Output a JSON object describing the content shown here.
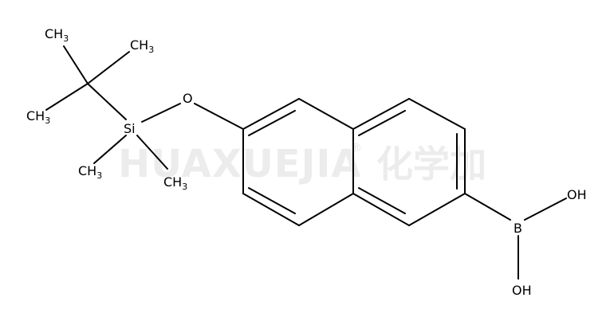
{
  "watermark": {
    "latin": "HUAXUEJIA",
    "registered": "®",
    "cjk": "化学加"
  },
  "atoms": {
    "methyl_top_left": {
      "main": "CH",
      "sub": "3"
    },
    "methyl_top_right": {
      "main": "CH",
      "sub": "3"
    },
    "methyl_left": {
      "main": "CH",
      "sub": "3"
    },
    "methyl_si_left": {
      "main": "CH",
      "sub": "3"
    },
    "methyl_si_right": {
      "main": "CH",
      "sub": "3"
    },
    "silicon": "Si",
    "oxygen": "O",
    "boron": "B",
    "hydroxyl_right": "OH",
    "hydroxyl_bottom": "OH"
  },
  "colors": {
    "bond": "#000000",
    "watermark": "#ececec"
  }
}
